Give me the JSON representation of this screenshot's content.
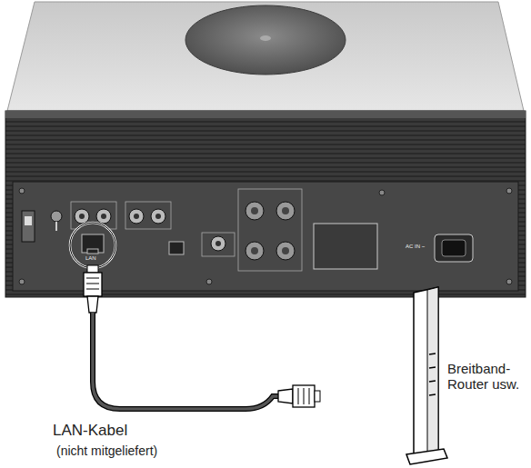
{
  "diagram": {
    "labels": [
      "LAN",
      "AC IN ~",
      "Breitband-Router usw.",
      "LAN-Kabel",
      "(nicht mitgeliefert)"
    ]
  }
}
